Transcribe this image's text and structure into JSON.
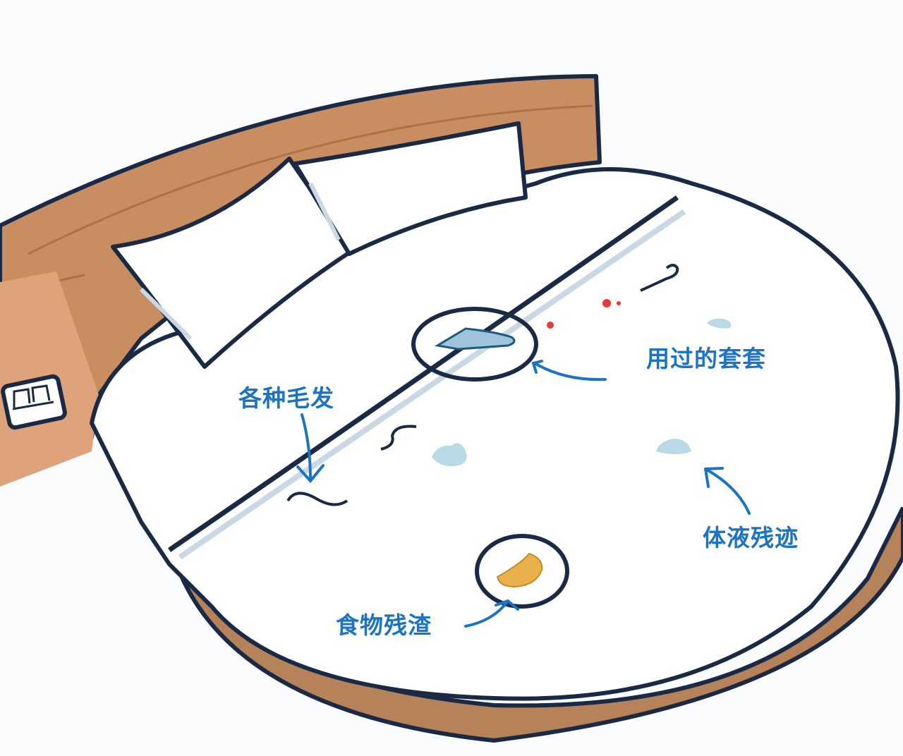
{
  "illustration": {
    "subject": "Round hotel bed with headboard, pillows and white sheet showing hidden dirt",
    "colors": {
      "annotation_blue": "#1b73c4",
      "outline": "#1b2a44",
      "wood": "#c98d62",
      "wood_dark": "#a9714c",
      "sheet": "#ffffff",
      "shadow": "#c9d8e4",
      "stain": "#b9d9e6",
      "blood": "#e8393a",
      "food": "#e9b04c"
    }
  },
  "annotations": [
    {
      "id": "hair",
      "text": "各种毛发"
    },
    {
      "id": "condom",
      "text": "用过的套套"
    },
    {
      "id": "fluid",
      "text": "体液残迹"
    },
    {
      "id": "food",
      "text": "食物残渣"
    }
  ]
}
